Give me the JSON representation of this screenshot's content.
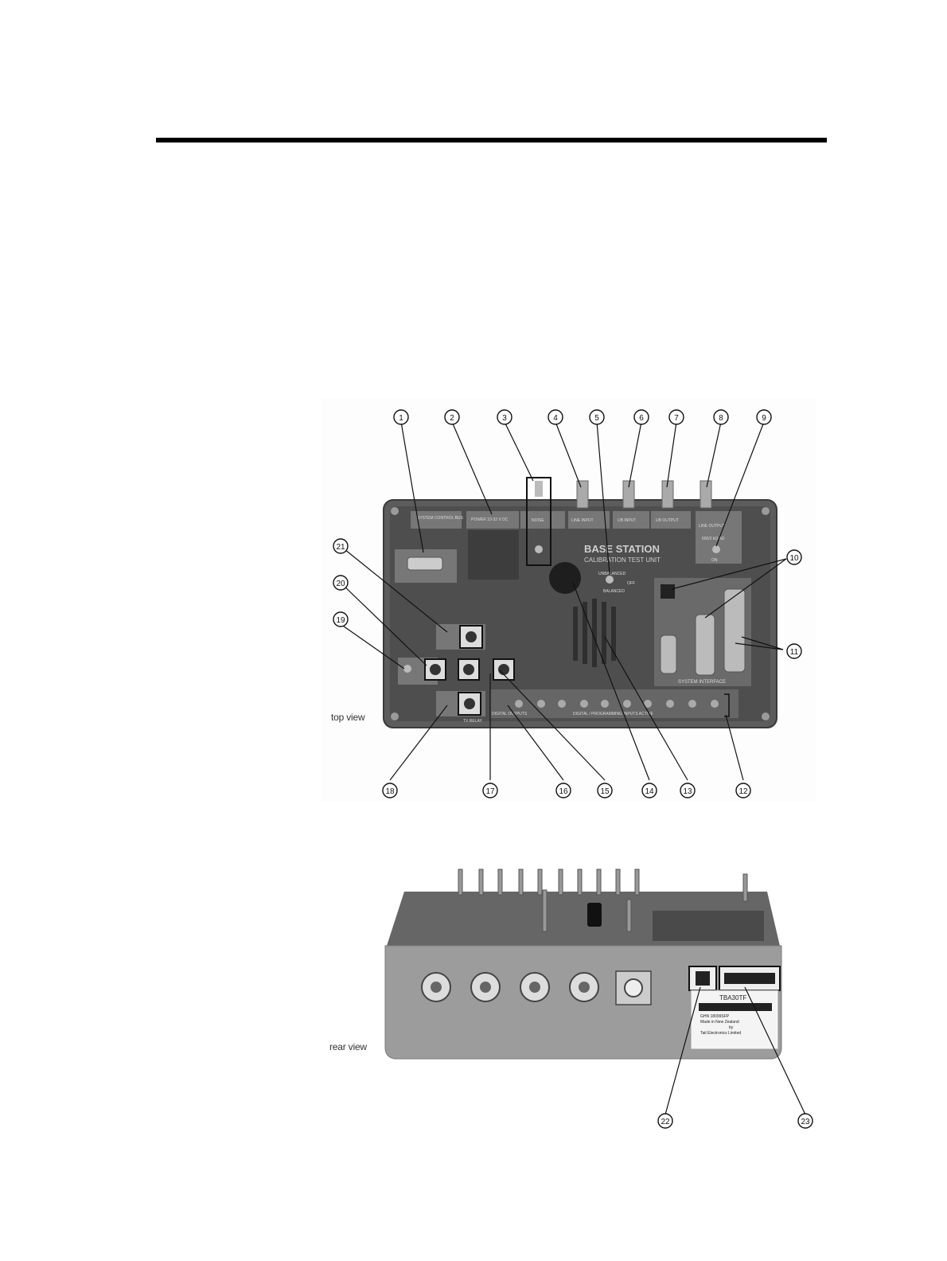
{
  "figure_top": {
    "view_label": "top view",
    "device_title": "BASE STATION",
    "device_subtitle": "CALIBRATION TEST UNIT",
    "callouts": [
      "1",
      "2",
      "3",
      "4",
      "5",
      "6",
      "7",
      "8",
      "9",
      "10",
      "11",
      "12",
      "13",
      "14",
      "15",
      "16",
      "17",
      "18",
      "19",
      "20",
      "21"
    ],
    "panel_labels": {
      "system_control_bus": "SYSTEM CONTROL BUS",
      "power": "POWER 10-32 V DC",
      "noise": "NOISE",
      "line_input": "LINE INPUT",
      "ub_input": "UB INPUT",
      "ub_output": "UB OUTPUT",
      "line_output": "LINE OUTPUT",
      "impedance": "600/2 kΩ AD",
      "on": "ON",
      "unbalanced": "UNBALANCED",
      "balanced": "BALANCED",
      "off": "OFF",
      "system_interface": "SYSTEM INTERFACE",
      "digital_inputs": "DIGITAL / PROGRAMMING INPUTS ACTIVE",
      "digital_outputs": "DIGITAL OUTPUTS",
      "tx_relay": "TX RELAY"
    }
  },
  "figure_rear": {
    "view_label": "rear view",
    "callouts": [
      "22",
      "23"
    ],
    "sticker": {
      "model": "TBA30TF",
      "line2": "GHN 18099SFP",
      "line3": "Made in New Zealand",
      "line4": "by",
      "line5": "Tait Electronics Limited"
    }
  }
}
